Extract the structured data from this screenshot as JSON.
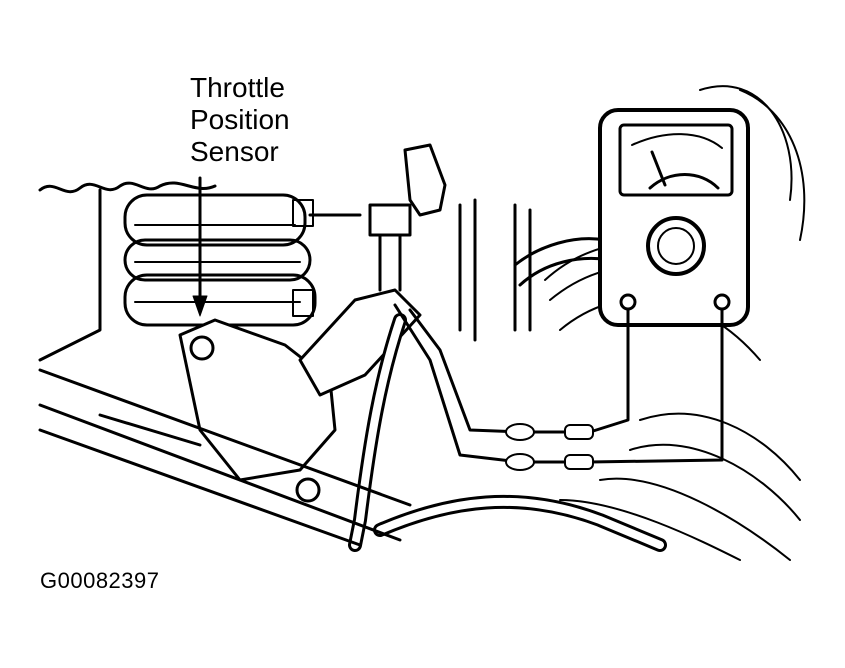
{
  "callout": {
    "line1": "Throttle",
    "line2": "Position",
    "line3": "Sensor"
  },
  "figure_id": "G00082397",
  "colors": {
    "ink": "#000000",
    "paper": "#ffffff"
  }
}
